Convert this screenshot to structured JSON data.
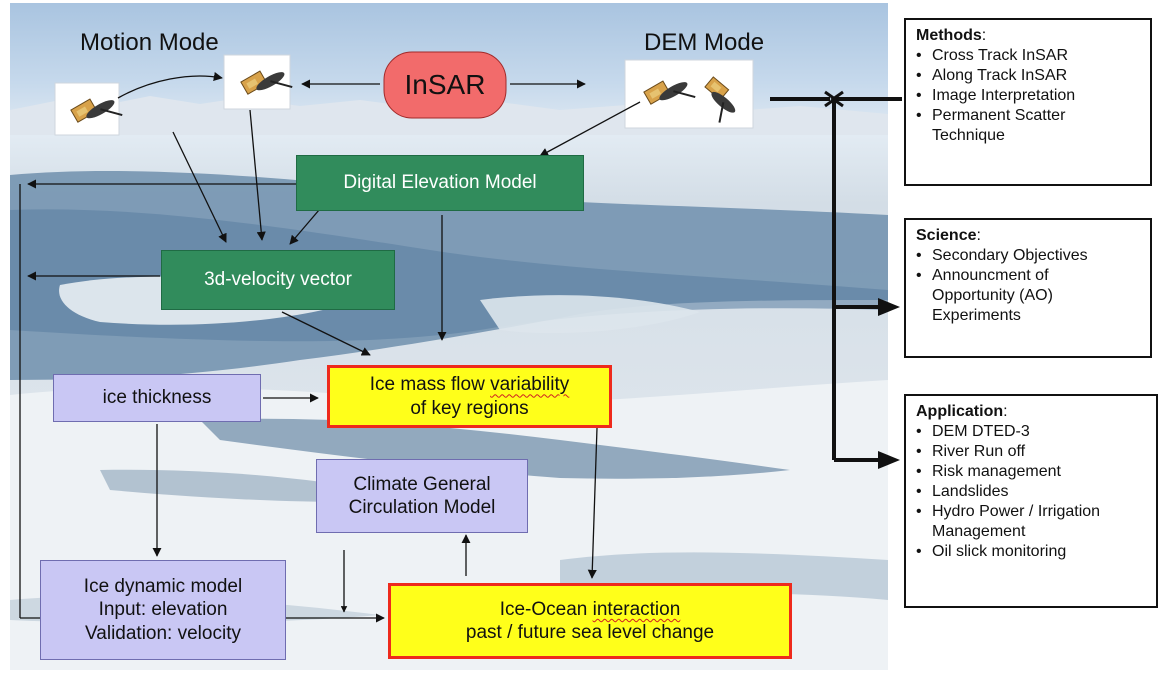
{
  "labels": {
    "motion_mode": "Motion Mode",
    "dem_mode": "DEM Mode",
    "insar": "InSAR"
  },
  "boxes": {
    "dem": "Digital Elevation Model",
    "velocity": "3d-velocity vector",
    "ice_thickness": "ice thickness",
    "ice_mass_line1": "Ice mass flow ",
    "ice_mass_underlined": "variability",
    "ice_mass_line2": "of key regions",
    "climate_line1": "Climate General",
    "climate_line2": "Circulation Model",
    "dynamic_line1": "Ice dynamic model",
    "dynamic_line2": "Input: elevation",
    "dynamic_line3": "Validation: velocity",
    "ocean_line1_a": "Ice-Ocean ",
    "ocean_line1_b": "interaction",
    "ocean_line2": "past / future sea level change"
  },
  "panels": {
    "methods": {
      "title": "Methods",
      "suffix": ":",
      "items": [
        "Cross Track InSAR",
        "Along Track InSAR",
        "Image Interpretation",
        "Permanent Scatter",
        "Technique"
      ]
    },
    "science": {
      "title": "Science",
      "suffix": ":",
      "items": [
        "Secondary Objectives",
        "Announcment of",
        "Opportunity (AO)",
        "Experiments"
      ]
    },
    "application": {
      "title": "Application",
      "suffix": ":",
      "items": [
        "DEM DTED-3",
        "River Run off",
        "Risk management",
        "Landslides",
        "Hydro Power / Irrigation",
        "Management",
        "Oil slick monitoring"
      ]
    }
  },
  "bullet": "•",
  "colors": {
    "green_box": "#318c5c",
    "lavender_box": "#c9c7f4",
    "yellow_box": "#ffff1a",
    "red_border": "#ee2a1c",
    "insar_fill": "#f26b6b"
  },
  "icons": [
    "satellite-icon"
  ]
}
